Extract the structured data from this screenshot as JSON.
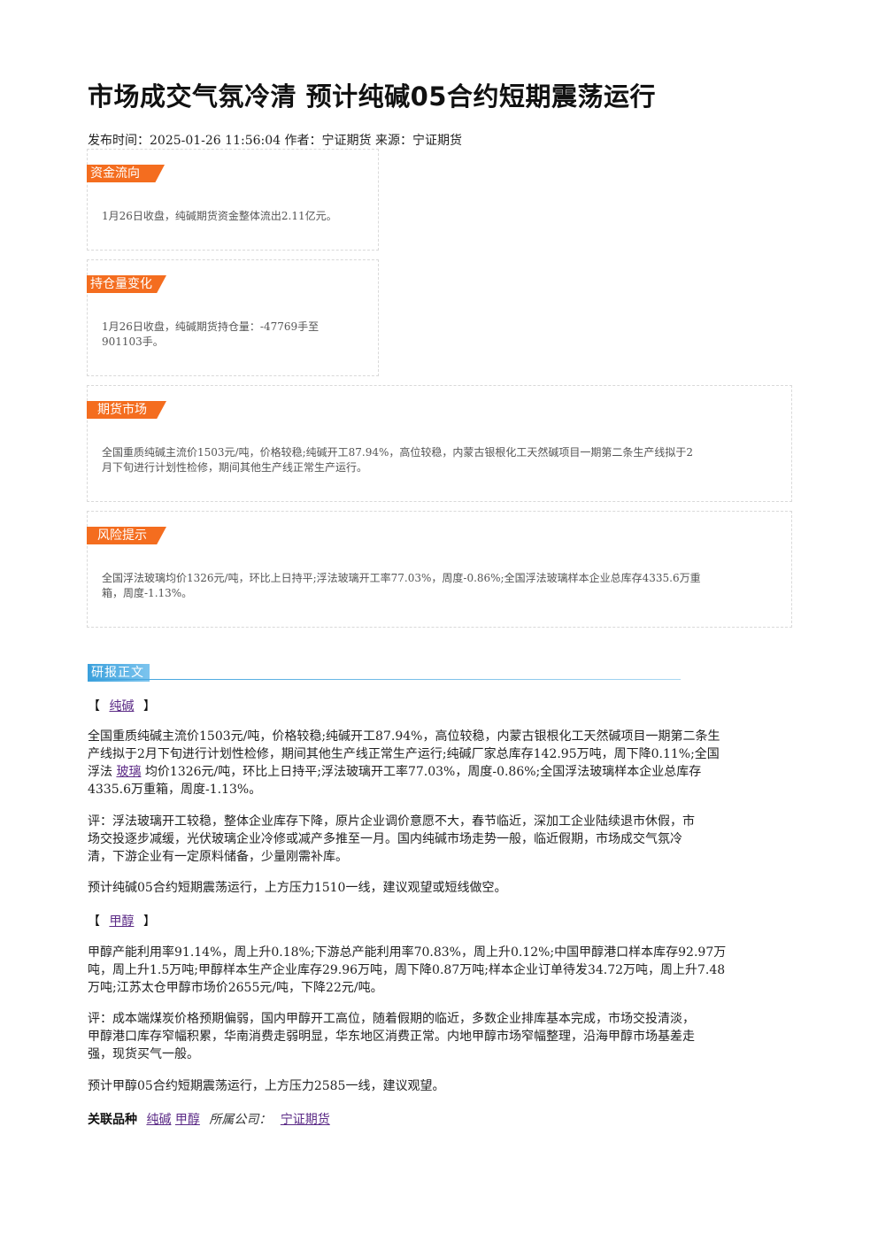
{
  "article": {
    "title": "市场成交气氛冷清 预计纯碱05合约短期震荡运行",
    "meta": "发布时间：2025-01-26 11:56:04 作者：宁证期货 来源：宁证期货"
  },
  "cards": {
    "fund_flow": {
      "tag": "资金流向",
      "text": "1月26日收盘，纯碱期货资金整体流出2.11亿元。"
    },
    "position": {
      "tag": "持仓量变化",
      "text_line1": "1月26日收盘，纯碱期货持仓量：-47769手至",
      "text_line2": "901103手。"
    },
    "futures_market": {
      "tag": "期货市场",
      "text_line1": "全国重质纯碱主流价1503元/吨，价格较稳;纯碱开工87.94%，高位较稳，内蒙古银根化工天然碱项目一期第二条生产线拟于2",
      "text_line2": "月下旬进行计划性检修，期间其他生产线正常生产运行。"
    },
    "risk": {
      "tag": "风险提示",
      "text_line1": "全国浮法玻璃均价1326元/吨，环比上日持平;浮法玻璃开工率77.03%，周度-0.86%;全国浮法玻璃样本企业总库存4335.6万重",
      "text_line2": "箱，周度-1.13%。"
    }
  },
  "report": {
    "label": "研报正文",
    "soda": {
      "bracket_open": "【",
      "name": "纯碱",
      "bracket_close": "】",
      "p1_line1": "全国重质纯碱主流价1503元/吨，价格较稳;纯碱开工87.94%，高位较稳，内蒙古银根化工天然碱项目一期第二条生",
      "p1_line2": "产线拟于2月下旬进行计划性检修，期间其他生产线正常生产运行;纯碱厂家总库存142.95万吨，周下降0.11%;全国",
      "p1_line3_pre": "浮法",
      "p1_line3_link": "玻璃",
      "p1_line3_post": "均价1326元/吨，环比上日持平;浮法玻璃开工率77.03%，周度-0.86%;全国浮法玻璃样本企业总库存",
      "p1_line4": "4335.6万重箱，周度-1.13%。",
      "p2_line1": "评：浮法玻璃开工较稳，整体企业库存下降，原片企业调价意愿不大，春节临近，深加工企业陆续退市休假，市",
      "p2_line2": "场交投逐步减缓，光伏玻璃企业冷修或减产多推至一月。国内纯碱市场走势一般，临近假期，市场成交气氛冷",
      "p2_line3": "清，下游企业有一定原料储备，少量刚需补库。",
      "p3": "预计纯碱05合约短期震荡运行，上方压力1510一线，建议观望或短线做空。"
    },
    "methanol": {
      "bracket_open": "【",
      "name": "甲醇",
      "bracket_close": "】",
      "p1_line1": "甲醇产能利用率91.14%，周上升0.18%;下游总产能利用率70.83%，周上升0.12%;中国甲醇港口样本库存92.97万",
      "p1_line2": "吨，周上升1.5万吨;甲醇样本生产企业库存29.96万吨，周下降0.87万吨;样本企业订单待发34.72万吨，周上升7.48",
      "p1_line3": "万吨;江苏太仓甲醇市场价2655元/吨，下降22元/吨。",
      "p2_line1": "评：成本端煤炭价格预期偏弱，国内甲醇开工高位，随着假期的临近，多数企业排库基本完成，市场交投清淡，",
      "p2_line2": "甲醇港口库存窄幅积累，华南消费走弱明显，华东地区消费正常。内地甲醇市场窄幅整理，沿海甲醇市场基差走",
      "p2_line3": "强，现货买气一般。",
      "p3": "预计甲醇05合约短期震荡运行，上方压力2585一线，建议观望。"
    }
  },
  "footer": {
    "label": "关联品种",
    "link1": "纯碱",
    "link2": "甲醇",
    "company_label": "所属公司：",
    "company": "宁证期货"
  },
  "colors": {
    "tag_orange": "#f46d1f",
    "report_blue": "#3aa0dc",
    "link_purple": "#5b2a86"
  }
}
